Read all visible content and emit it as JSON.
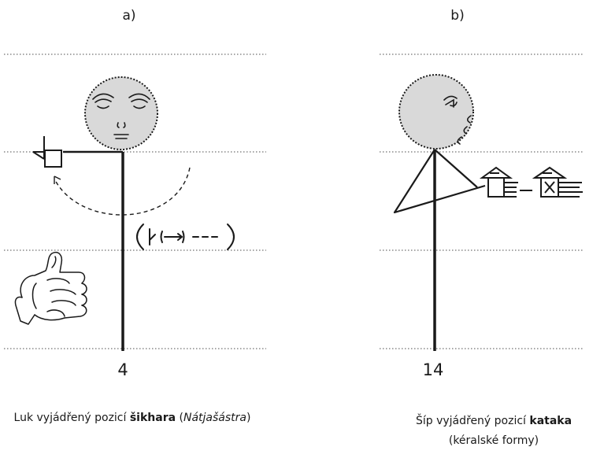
{
  "panel_a": {
    "label": "a)",
    "number": "4",
    "caption": {
      "prefix": "Luk vyjádřený pozicí ",
      "term": "šikhara",
      "open_paren": " (",
      "source": "Nátjašástra",
      "close_paren": ")"
    }
  },
  "panel_b": {
    "label": "b)",
    "number": "14",
    "caption": {
      "prefix": "Šíp vyjádřený pozicí ",
      "term": "kataka",
      "line2": "(kéralské formy)"
    }
  },
  "colors": {
    "face_fill": "#d9d9d9",
    "stroke": "#1a1a1a",
    "guide": "#888888"
  }
}
